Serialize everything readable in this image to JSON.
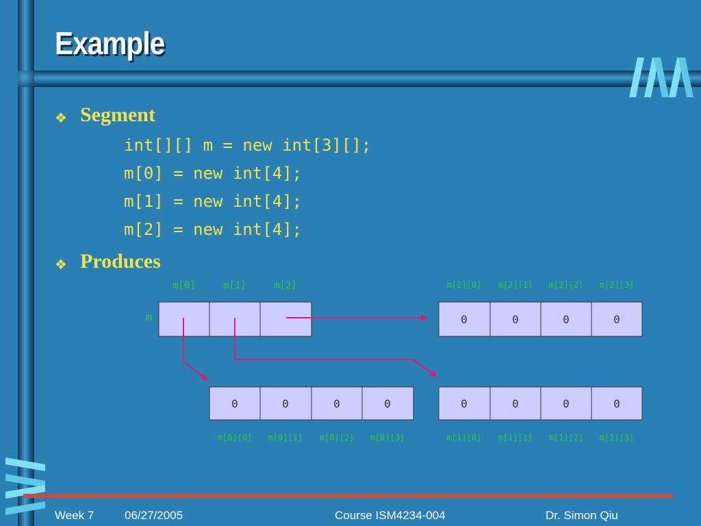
{
  "slide": {
    "title": "Example",
    "bullets": [
      {
        "label": "Segment"
      },
      {
        "label": "Produces"
      }
    ],
    "code_lines": [
      "int[][] m = new int[3][];",
      "m[0] = new int[4];",
      "m[1] = new int[4];",
      "m[2] = new int[4];"
    ]
  },
  "diagram": {
    "variable_name": "m",
    "ref_labels": [
      "m[0]",
      "m[1]",
      "m[2]"
    ],
    "rows": [
      {
        "labels": [
          "m[0][0]",
          "m[0][1]",
          "m[0][2]",
          "m[0][3]"
        ],
        "values": [
          "0",
          "0",
          "0",
          "0"
        ]
      },
      {
        "labels": [
          "m[1][0]",
          "m[1][1]",
          "m[1][2]",
          "m[1][3]"
        ],
        "values": [
          "0",
          "0",
          "0",
          "0"
        ]
      },
      {
        "labels": [
          "m[2][0]",
          "m[2][1]",
          "m[2][2]",
          "m[2][3]"
        ],
        "values": [
          "0",
          "0",
          "0",
          "0"
        ]
      }
    ],
    "colors": {
      "cell_fill": "#ccccff",
      "arrow": "#e0197a",
      "label": "#33cc33",
      "value": "#333333"
    }
  },
  "footer": {
    "week": "Week 7",
    "date": "06/27/2005",
    "course": "Course ISM4234-004",
    "author": "Dr. Simon Qiu"
  }
}
